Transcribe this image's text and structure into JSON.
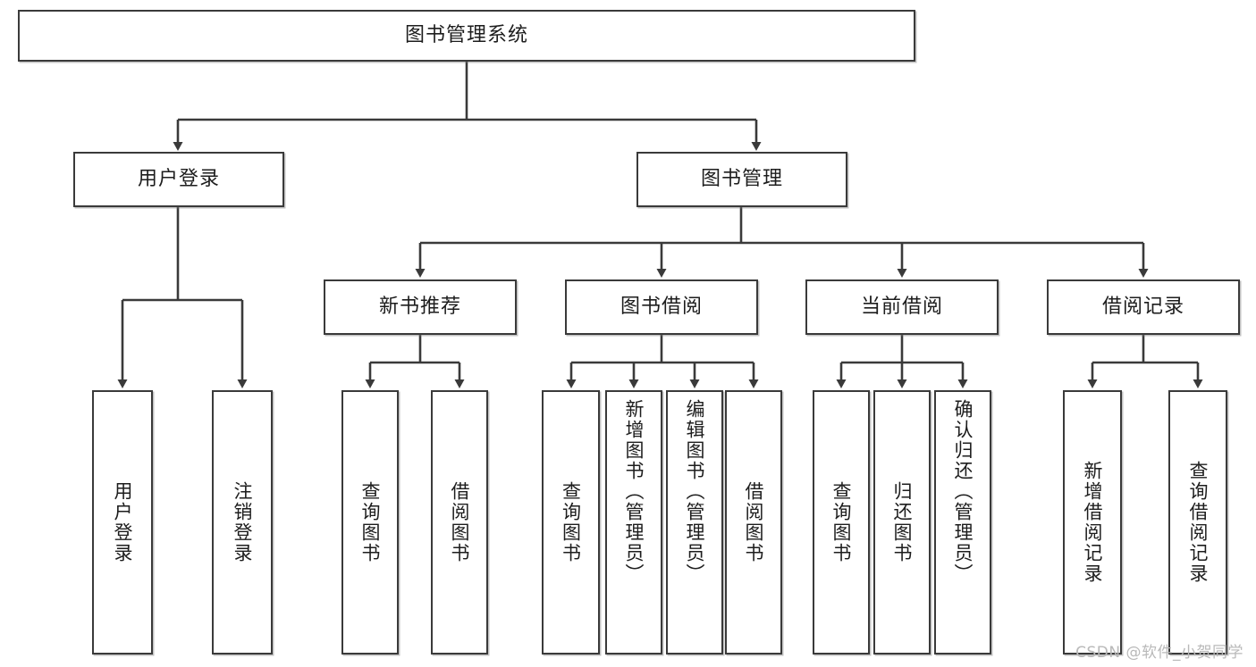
{
  "diagram": {
    "type": "tree-hierarchy",
    "title": "图书管理系统",
    "root": {
      "id": "root",
      "label": "图书管理系统"
    },
    "level2": [
      {
        "id": "user-login",
        "label": "用户登录"
      },
      {
        "id": "book-manage",
        "label": "图书管理"
      }
    ],
    "level3": [
      {
        "id": "new-book-rec",
        "label": "新书推荐",
        "parent": "book-manage"
      },
      {
        "id": "book-borrow",
        "label": "图书借阅",
        "parent": "book-manage"
      },
      {
        "id": "current-borrow",
        "label": "当前借阅",
        "parent": "book-manage"
      },
      {
        "id": "borrow-record",
        "label": "借阅记录",
        "parent": "book-manage"
      }
    ],
    "leaves": [
      {
        "id": "leaf-user-login",
        "label": "用户登录",
        "parent": "user-login"
      },
      {
        "id": "leaf-user-logout",
        "label": "注销登录",
        "parent": "user-login"
      },
      {
        "id": "leaf-query-book-1",
        "label": "查询图书",
        "parent": "new-book-rec"
      },
      {
        "id": "leaf-borrow-book-1",
        "label": "借阅图书",
        "parent": "new-book-rec"
      },
      {
        "id": "leaf-query-book-2",
        "label": "查询图书",
        "parent": "book-borrow"
      },
      {
        "id": "leaf-add-book",
        "label": "新增图书（管理员）",
        "parent": "book-borrow"
      },
      {
        "id": "leaf-edit-book",
        "label": "编辑图书（管理员）",
        "parent": "book-borrow"
      },
      {
        "id": "leaf-borrow-book-2",
        "label": "借阅图书",
        "parent": "book-borrow"
      },
      {
        "id": "leaf-query-book-3",
        "label": "查询图书",
        "parent": "current-borrow"
      },
      {
        "id": "leaf-return-book",
        "label": "归还图书",
        "parent": "current-borrow"
      },
      {
        "id": "leaf-confirm-return",
        "label": "确认归还（管理员）",
        "parent": "current-borrow"
      },
      {
        "id": "leaf-add-record",
        "label": "新增借阅记录",
        "parent": "borrow-record"
      },
      {
        "id": "leaf-query-record",
        "label": "查询借阅记录",
        "parent": "borrow-record"
      }
    ]
  },
  "watermark": {
    "text": "CSDN @软件_小贺同学"
  },
  "colors": {
    "stroke": "#3a3a3a",
    "background": "#ffffff",
    "text": "#1d1d1d",
    "watermark": "#b9b9b9"
  }
}
